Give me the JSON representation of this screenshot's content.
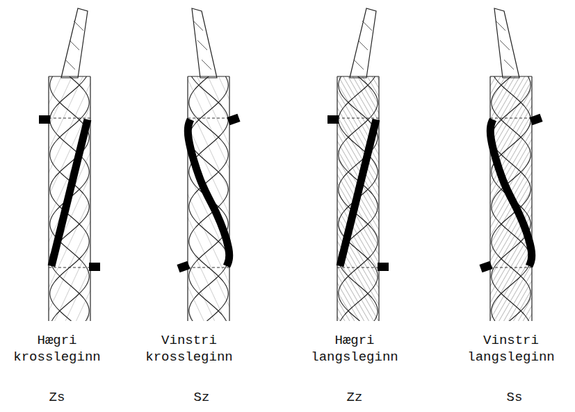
{
  "diagram": {
    "labels": [
      "Hægri krossleginn",
      "Zs",
      "Vinstri krossleginn",
      "Sz",
      "Hægri langsleginn",
      "Zz",
      "Vinstri langsleginn",
      "Ss"
    ]
  }
}
